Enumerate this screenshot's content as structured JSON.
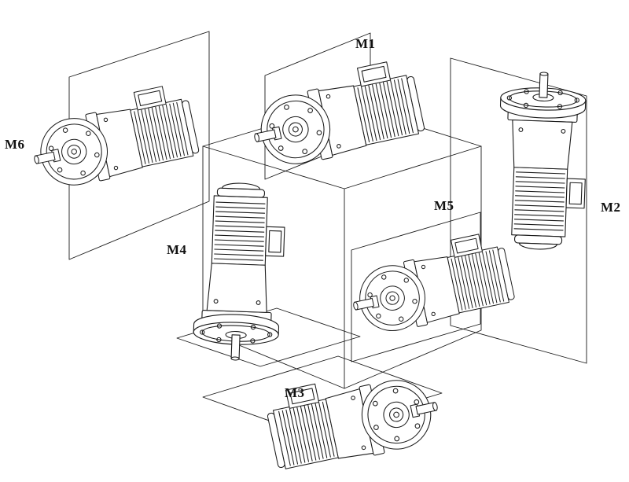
{
  "diagram": {
    "figures": [
      {
        "id": "m1",
        "label": "M1",
        "orientation": "horizontal, shaft left, top position"
      },
      {
        "id": "m2",
        "label": "M2",
        "orientation": "vertical, shaft up, right position"
      },
      {
        "id": "m3",
        "label": "M3",
        "orientation": "horizontal, shaft right, bottom position"
      },
      {
        "id": "m4",
        "label": "M4",
        "orientation": "vertical, shaft down, left position"
      },
      {
        "id": "m5",
        "label": "M5",
        "orientation": "horizontal, shaft left, front position"
      },
      {
        "id": "m6",
        "label": "M6",
        "orientation": "horizontal, shaft left, far-left position"
      }
    ],
    "colors": {
      "line": "#1a1a1a",
      "background": "#ffffff"
    }
  }
}
